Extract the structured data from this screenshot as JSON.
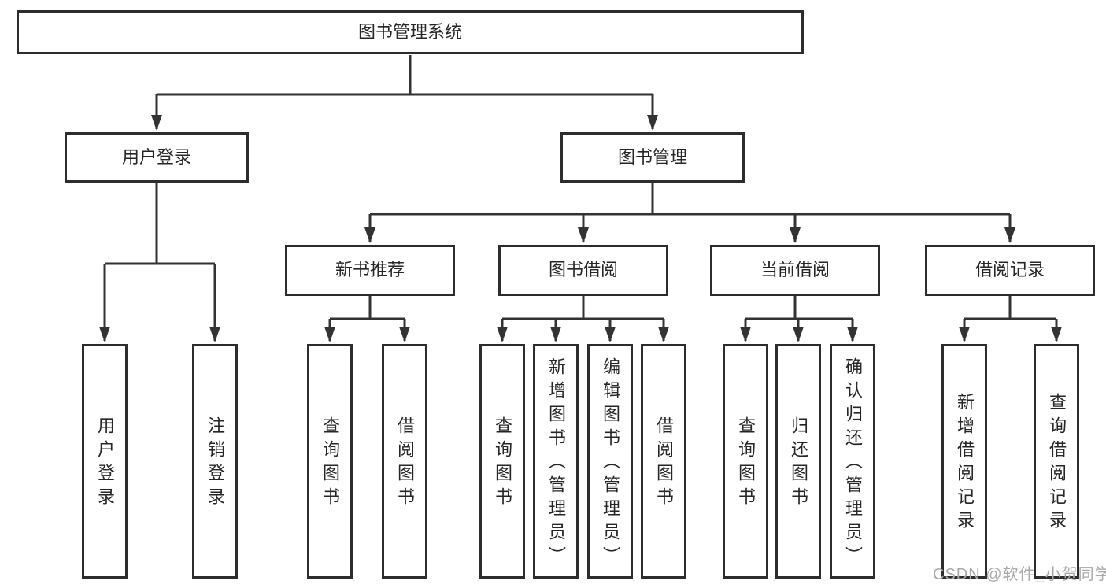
{
  "root": {
    "label": "图书管理系统"
  },
  "tree": [
    {
      "label": "用户登录",
      "children": [
        {
          "label": "用户登录"
        },
        {
          "label": "注销登录"
        }
      ]
    },
    {
      "label": "图书管理",
      "children": [
        {
          "label": "新书推荐",
          "children": [
            {
              "label": "查询图书"
            },
            {
              "label": "借阅图书"
            }
          ]
        },
        {
          "label": "图书借阅",
          "children": [
            {
              "label": "查询图书"
            },
            {
              "label": "新增图书（管理员）"
            },
            {
              "label": "编辑图书（管理员）"
            },
            {
              "label": "借阅图书"
            }
          ]
        },
        {
          "label": "当前借阅",
          "children": [
            {
              "label": "查询图书"
            },
            {
              "label": "归还图书"
            },
            {
              "label": "确认归还（管理员）"
            }
          ]
        },
        {
          "label": "借阅记录",
          "children": [
            {
              "label": "新增借阅记录"
            },
            {
              "label": "查询借阅记录"
            }
          ]
        }
      ]
    }
  ],
  "watermark": "CSDN @软件_小贺同学",
  "colors": {
    "line": "#333333",
    "box_border": "#2d2d2d",
    "text": "#262626",
    "watermark": "#a9a9a9",
    "background": "#ffffff"
  }
}
